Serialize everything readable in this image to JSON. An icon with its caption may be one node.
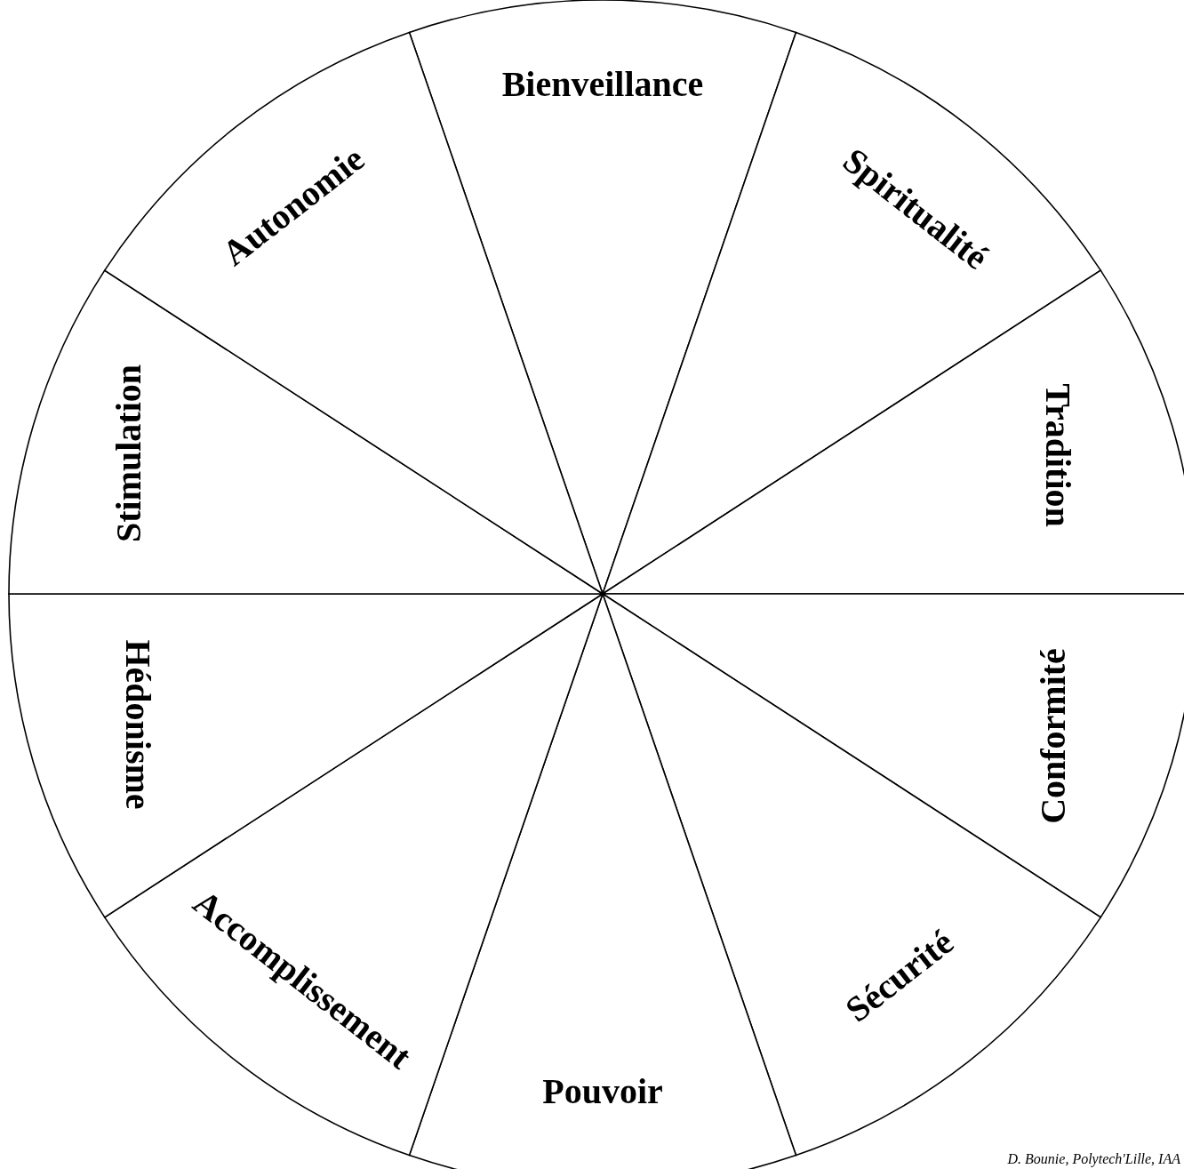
{
  "diagram": {
    "nodes": [
      {
        "text": [
          "Bienveillance"
        ]
      },
      {
        "text": [
          "Spiritualité"
        ]
      },
      {
        "text": [
          "Tradition"
        ]
      },
      {
        "text": [
          "Conformité"
        ]
      },
      {
        "text": [
          "Sécurité"
        ]
      },
      {
        "text": [
          "Pouvoir"
        ]
      },
      {
        "text": [
          "Accomplissement"
        ]
      },
      {
        "text": [
          "Hédonisme"
        ]
      },
      {
        "text": [
          "Stimulation"
        ]
      },
      {
        "text": [
          "Autonomie"
        ]
      }
    ],
    "labels": [
      "D. Bounie, Polytech'Lille, IAA"
    ]
  }
}
